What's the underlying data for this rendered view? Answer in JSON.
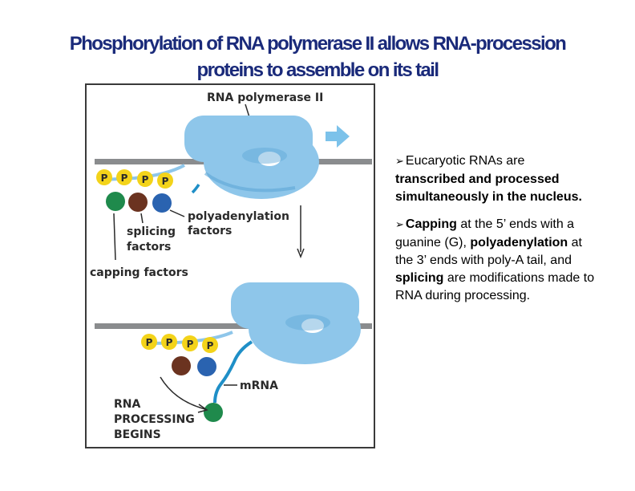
{
  "title": {
    "line1": "Phosphorylation of RNA polymerase II allows RNA-procession",
    "line2": "proteins to assemble on its  tail"
  },
  "figure": {
    "rna_polymerase_label": "RNA polymerase II",
    "phosphate_label": "P",
    "polyadenylation_label": [
      "polyadenylation",
      "factors"
    ],
    "splicing_label": [
      "splicing",
      "factors"
    ],
    "capping_label": "capping factors",
    "mrna_label": "mRNA",
    "rna_processing_label": [
      "RNA",
      "PROCESSING",
      "BEGINS"
    ],
    "colors": {
      "polymerase": "#8ec6ea",
      "polymerase_dark": "#5ea6d6",
      "dna": "#8a8c8e",
      "phosphate": "#f3d31a",
      "capping_factor": "#1f8a4c",
      "splicing_factor": "#6b3320",
      "polyadenylation_factor": "#2a63b0",
      "mrna": "#1f8fc7",
      "motion_arrow": "#7cc2ea"
    }
  },
  "bullets": [
    {
      "marker": "➢",
      "runs": [
        {
          "text": "Eucaryotic RNAs are ",
          "bold": false
        },
        {
          "text": "transcribed and processed simultaneously in the nucleus.",
          "bold": true
        }
      ]
    },
    {
      "marker": "➢",
      "runs": [
        {
          "text": "Capping",
          "bold": true
        },
        {
          "text": " at the 5’ ends with a guanine (G), ",
          "bold": false
        },
        {
          "text": "polyadenylation",
          "bold": true
        },
        {
          "text": " at the 3’ ends with poly-A tail, and ",
          "bold": false
        },
        {
          "text": "splicing",
          "bold": true
        },
        {
          "text": "  are modifications made to RNA during processing.",
          "bold": false
        }
      ]
    }
  ]
}
